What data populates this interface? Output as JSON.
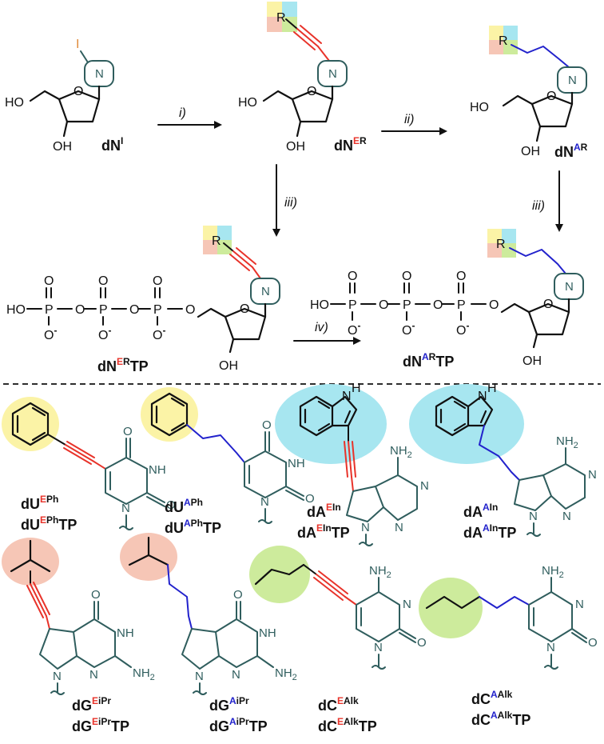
{
  "colors": {
    "ethynyl_linker": "#e8332a",
    "ethylene_linker": "#2222cc",
    "label_E": "#e8332a",
    "label_A": "#2222cc",
    "phenyl_highlight": "#fbf3a6",
    "indole_highlight": "#a7e6f0",
    "isopropyl_highlight": "#f6c6b6",
    "alkyl_highlight": "#cdeb9c",
    "skeleton": "#2f5d5d",
    "iodine": "#e08a3a"
  },
  "atoms": {
    "iodine": "I",
    "nucleobase": "N",
    "R": "R",
    "O": "O",
    "HO": "HO",
    "OH": "OH",
    "P": "P",
    "O_minus": "O",
    "minus": "-",
    "HOP": "HO",
    "NH": "NH",
    "N": "N",
    "H": "H",
    "NH2": "NH",
    "two": "2"
  },
  "arrows": {
    "i": "i)",
    "ii": "ii)",
    "iii": "iii)",
    "iv": "iv)"
  },
  "labels": {
    "dNI": {
      "base": "dN",
      "sup": "I"
    },
    "dNER": {
      "base": "dN",
      "supE": "E",
      "supR": "R"
    },
    "dNAR": {
      "base": "dN",
      "supA": "A",
      "supR": "R"
    },
    "dNERTP": {
      "base": "dN",
      "supE": "E",
      "supR": "R",
      "tail": "TP"
    },
    "dNARTP": {
      "base": "dN",
      "supA": "A",
      "supR": "R",
      "tail": "TP"
    }
  },
  "compounds": [
    {
      "id": "dUEPh",
      "base": "dU",
      "link": "E",
      "sub": "Ph",
      "tp": "TP"
    },
    {
      "id": "dUAPh",
      "base": "dU",
      "link": "A",
      "sub": "Ph",
      "tp": "TP"
    },
    {
      "id": "dAEIn",
      "base": "dA",
      "link": "E",
      "sub": "In",
      "tp": "TP"
    },
    {
      "id": "dAAIn",
      "base": "dA",
      "link": "A",
      "sub": "In",
      "tp": "TP"
    },
    {
      "id": "dGEiPr",
      "base": "dG",
      "link": "E",
      "sub": "iPr",
      "tp": "TP"
    },
    {
      "id": "dGAiPr",
      "base": "dG",
      "link": "A",
      "sub": "iPr",
      "tp": "TP"
    },
    {
      "id": "dCEAlk",
      "base": "dC",
      "link": "E",
      "sub": "Alk",
      "tp": "TP"
    },
    {
      "id": "dCAAlk",
      "base": "dC",
      "link": "A",
      "sub": "Alk",
      "tp": "TP"
    }
  ]
}
